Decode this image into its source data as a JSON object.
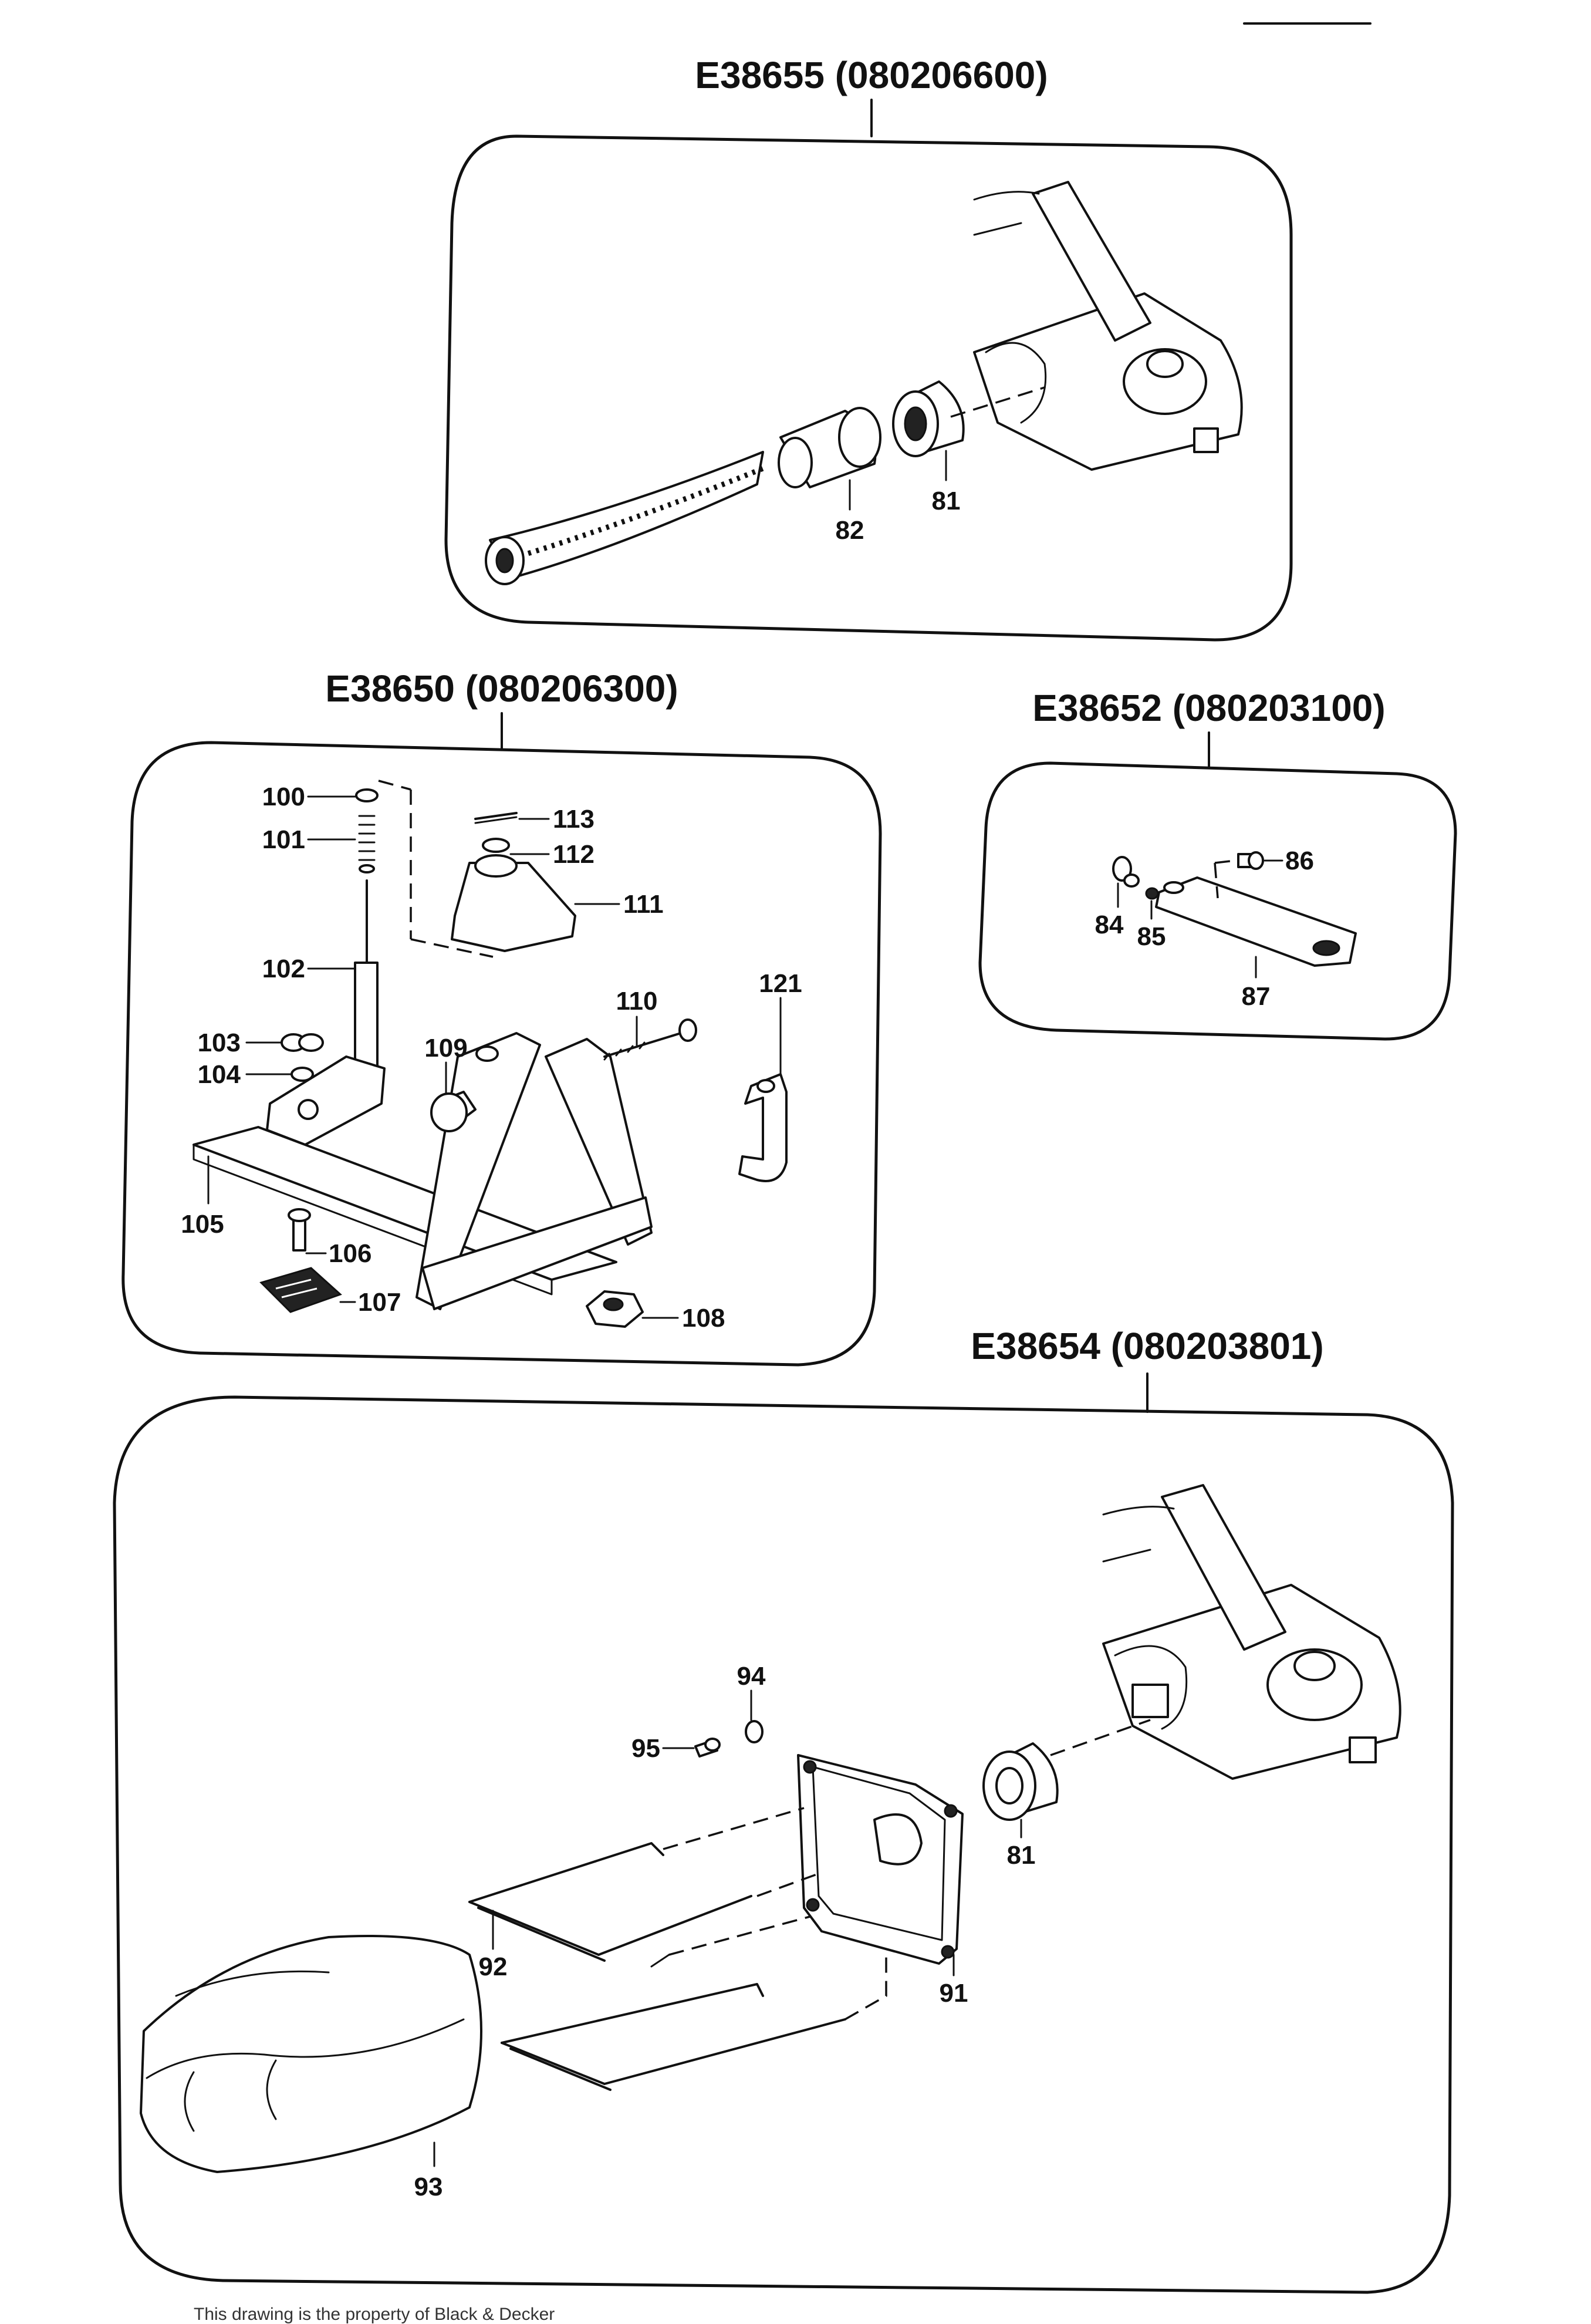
{
  "kits": [
    {
      "id": "E38655",
      "code": "(080206600)"
    },
    {
      "id": "E38650",
      "code": "(080206300)"
    },
    {
      "id": "E38652",
      "code": "(080203100)"
    },
    {
      "id": "E38654",
      "code": "(080203801)"
    }
  ],
  "parts": {
    "p81a": "81",
    "p82": "82",
    "p100": "100",
    "p101": "101",
    "p102": "102",
    "p103": "103",
    "p104": "104",
    "p105": "105",
    "p106": "106",
    "p107": "107",
    "p108": "108",
    "p109": "109",
    "p110": "110",
    "p111": "111",
    "p112": "112",
    "p113": "113",
    "p121": "121",
    "p84": "84",
    "p85": "85",
    "p86": "86",
    "p87": "87",
    "p94": "94",
    "p95": "95",
    "p81b": "81",
    "p91": "91",
    "p92": "92",
    "p93": "93"
  },
  "footer": "This drawing is the property of Black & Decker"
}
